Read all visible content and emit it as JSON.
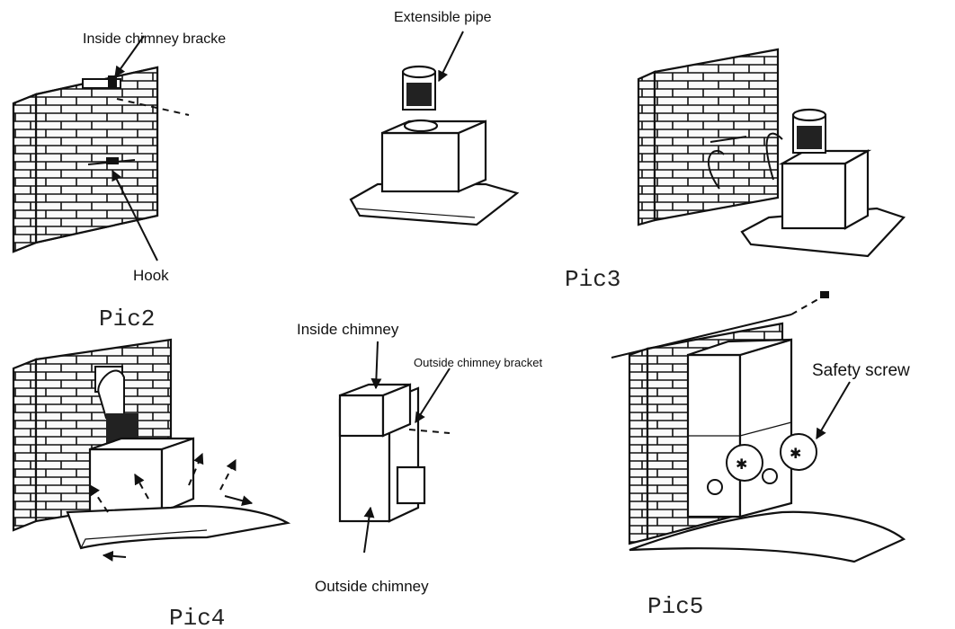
{
  "labels": {
    "inside_chimney_bracket_top": "Inside chimney bracke",
    "extensible_pipe": "Extensible pipe",
    "hook": "Hook",
    "inside_chimney": "Inside chimney",
    "outside_chimney_bracket": "Outside chimney bracket",
    "outside_chimney": "Outside chimney",
    "safety_screw": "Safety screw"
  },
  "captions": {
    "pic2": "Pic2",
    "pic3": "Pic3",
    "pic4": "Pic4",
    "pic5": "Pic5"
  }
}
